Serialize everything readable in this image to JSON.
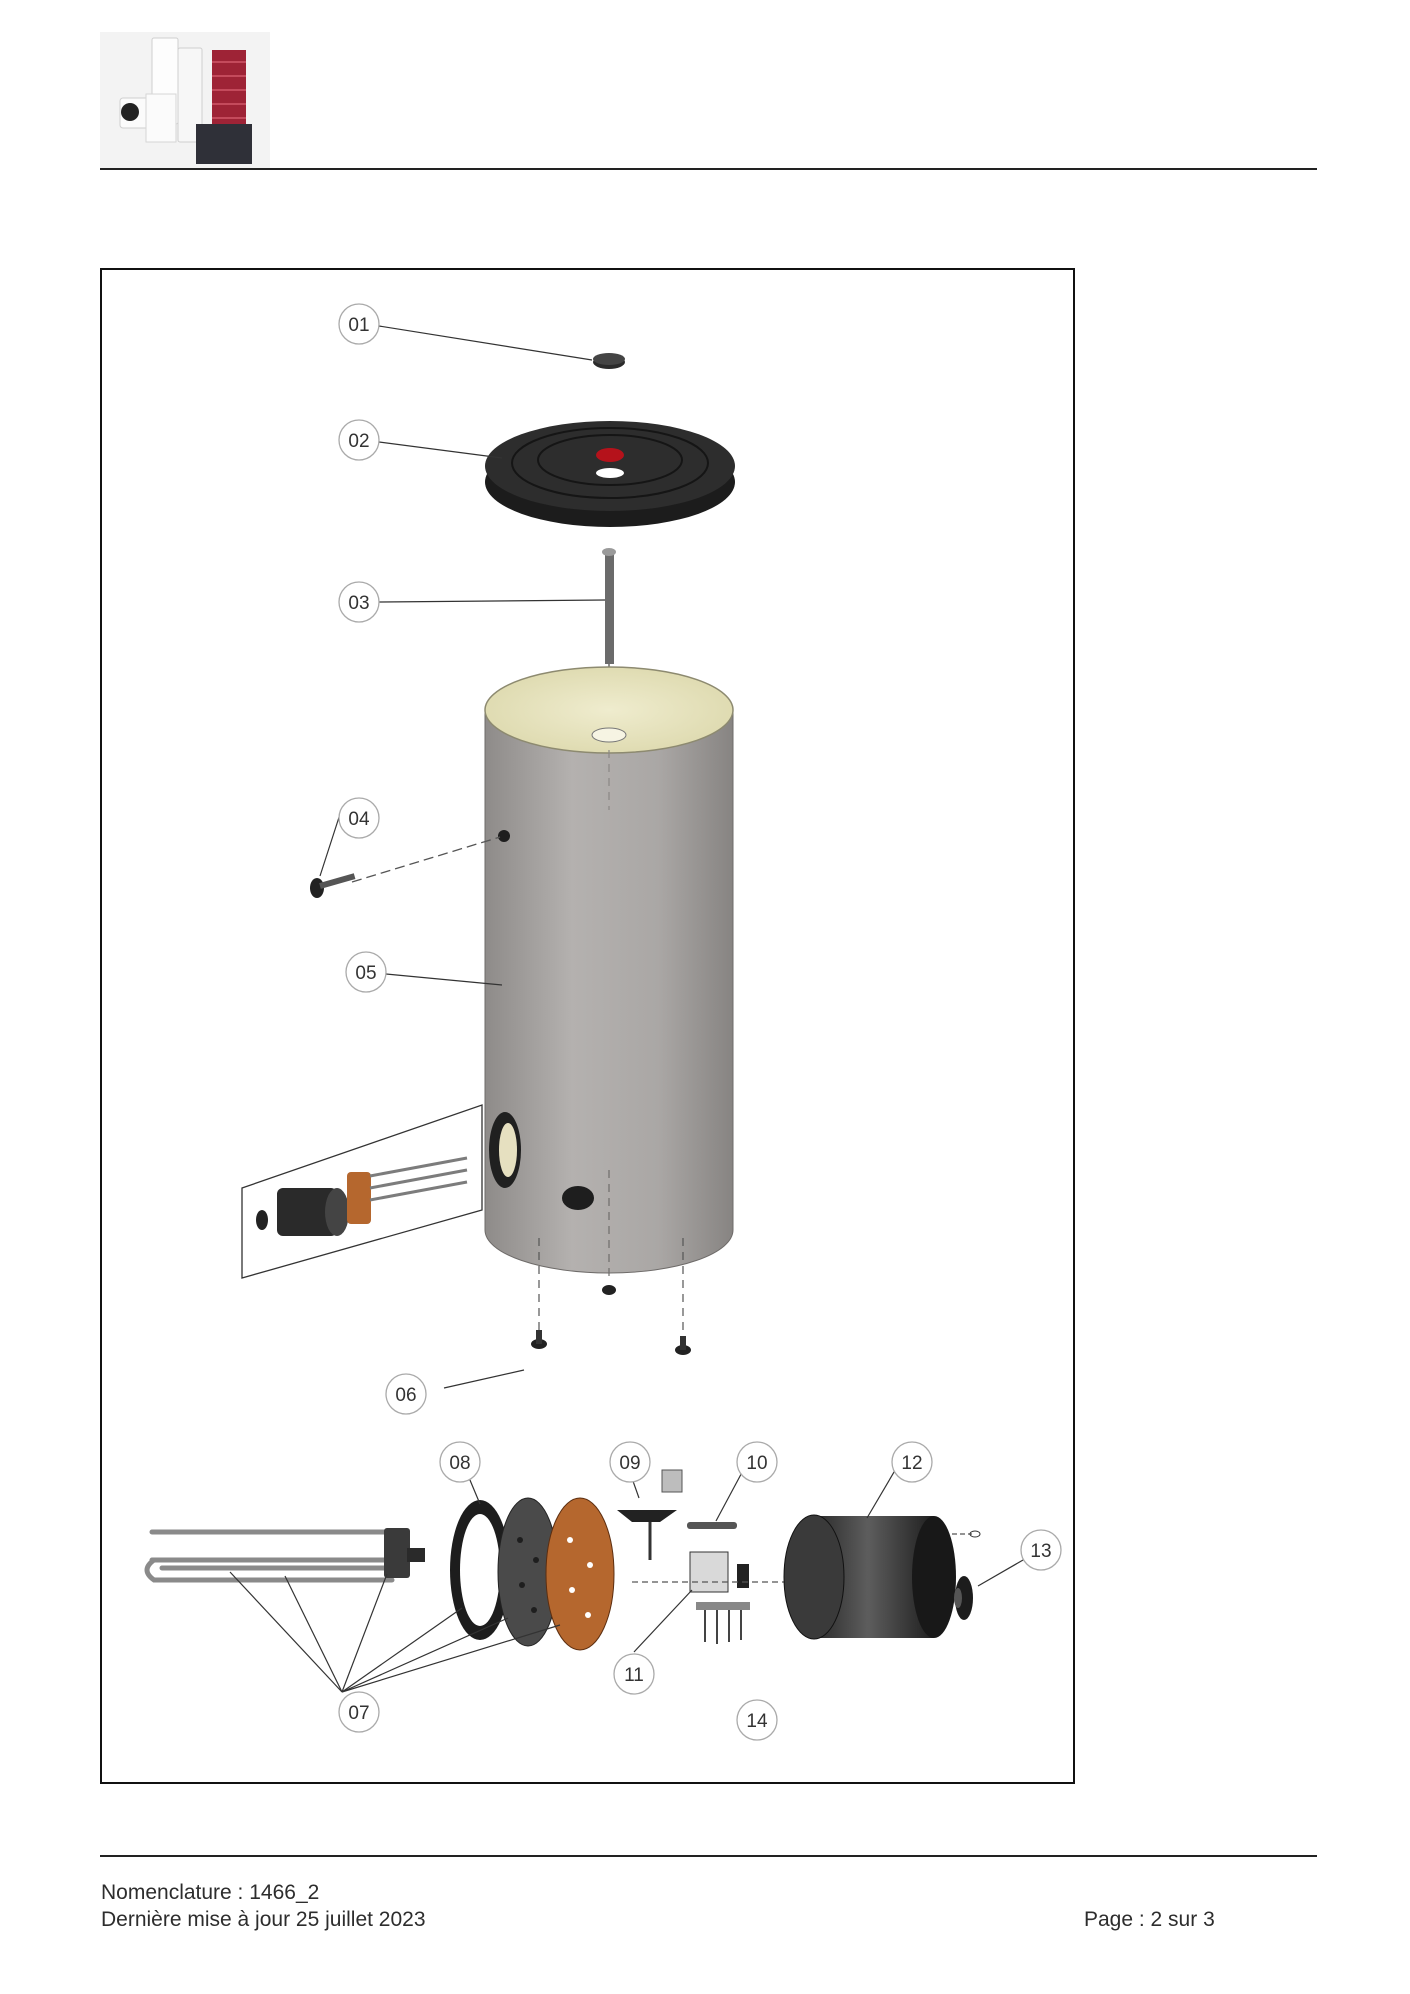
{
  "header": {
    "logo_name": "product-range-logo"
  },
  "diagram": {
    "callouts": [
      {
        "id": "01",
        "label": "01"
      },
      {
        "id": "02",
        "label": "02"
      },
      {
        "id": "03",
        "label": "03"
      },
      {
        "id": "04",
        "label": "04"
      },
      {
        "id": "05",
        "label": "05"
      },
      {
        "id": "06",
        "label": "06"
      },
      {
        "id": "07",
        "label": "07"
      },
      {
        "id": "08",
        "label": "08"
      },
      {
        "id": "09",
        "label": "09"
      },
      {
        "id": "10",
        "label": "10"
      },
      {
        "id": "11",
        "label": "11"
      },
      {
        "id": "12",
        "label": "12"
      },
      {
        "id": "13",
        "label": "13"
      },
      {
        "id": "14",
        "label": "14"
      }
    ],
    "colors": {
      "tank": "#a9a6a4",
      "tank_shadow": "#7e7b79",
      "insulation": "#e9e6c4",
      "cover": "#262626",
      "flange": "#b5672e",
      "red_valve": "#b5121b"
    }
  },
  "footer": {
    "nomenclature": "Nomenclature : 1466_2",
    "updated": "Dernière mise à jour 25 juillet 2023",
    "page": "Page : 2 sur 3"
  }
}
